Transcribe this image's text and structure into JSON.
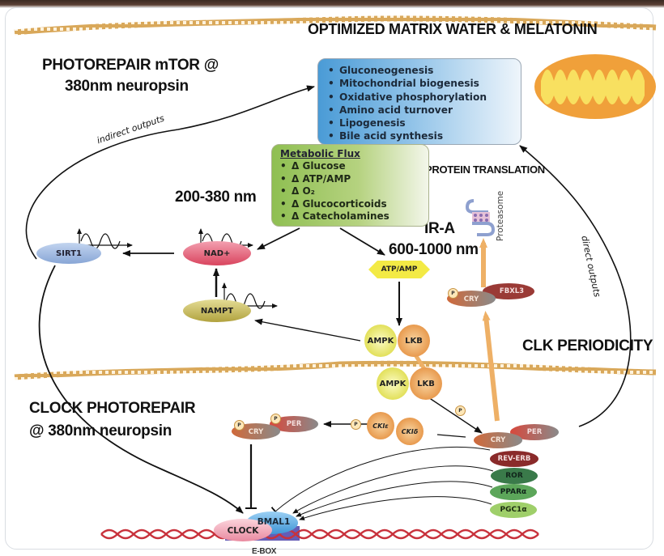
{
  "title": "OPTIMIZED MATRIX WATER & MELATONIN",
  "labels": {
    "photorepair_mtor_line1": "PHOTOREPAIR mTOR @",
    "photorepair_mtor_line2": "380nm neuropsin",
    "uv_range": "200-380 nm",
    "ir_a_line1": "IR-A",
    "ir_a_line2": "600-1000 nm",
    "protein_translation": "PROTEIN TRANSLATION",
    "clk_periodicity": "CLK PERIODICITY",
    "clock_photorepair_line1": "CLOCK PHOTOREPAIR",
    "clock_photorepair_line2": "@ 380nm neuropsin",
    "indirect_outputs": "indirect outputs",
    "direct_outputs": "direct outputs",
    "proteasome": "Proteasome",
    "ebox": "E-BOX"
  },
  "outputs_box": {
    "items": [
      "Gluconeogenesis",
      "Mitochondrial biogenesis",
      "Oxidative phosphorylation",
      "Amino acid turnover",
      "Lipogenesis",
      "Bile acid synthesis"
    ]
  },
  "metabolic_flux": {
    "title": "Metabolic Flux",
    "items": [
      "Δ Glucose",
      "Δ ATP/AMP",
      "Δ O₂",
      "Δ Glucocorticoids",
      "Δ Catecholamines"
    ]
  },
  "nodes": {
    "sirt1": "SIRT1",
    "nad": "NAD+",
    "nampt": "NAMPT",
    "atp_amp": "ATP/AMP",
    "ampk_top": "AMPK",
    "lkb_top": "LKB",
    "ampk_bottom": "AMPK",
    "lkb_bottom": "LKB",
    "cry_fbxl3": "CRY",
    "fbxl3": "FBXL3",
    "cki_e": "CKIε",
    "cki_d": "CKIδ",
    "cry_left": "CRY",
    "per_left": "PER",
    "cry_right": "CRY",
    "per_right": "PER",
    "rev_erb": "REV-ERB",
    "ror": "ROR",
    "ppar": "PPARα",
    "pgc1": "PGC1α",
    "clock": "CLOCK",
    "bmal1": "BMAL1",
    "phospho": "P"
  },
  "colors": {
    "membrane": "#d9a85a",
    "dna": "#c8323c",
    "sirt1": "#9db8e0",
    "nad": "#e0607a",
    "nampt": "#c4b85c",
    "atp": "#f3ea45",
    "ampk": "#eaea7a",
    "lkb": "#f0b46a",
    "cry": "#d0693a",
    "per": "#c8423a",
    "fbxl3": "#9a3a36",
    "rev_erb": "#8a2a2a",
    "ror": "#3a7a4a",
    "ppar": "#5ca65a",
    "pgc1": "#9fcf6a",
    "clock": "#f1a9b8",
    "bmal1": "#5aa8e0",
    "mito_outer": "#f0a03a",
    "mito_inner": "#f8e060"
  }
}
